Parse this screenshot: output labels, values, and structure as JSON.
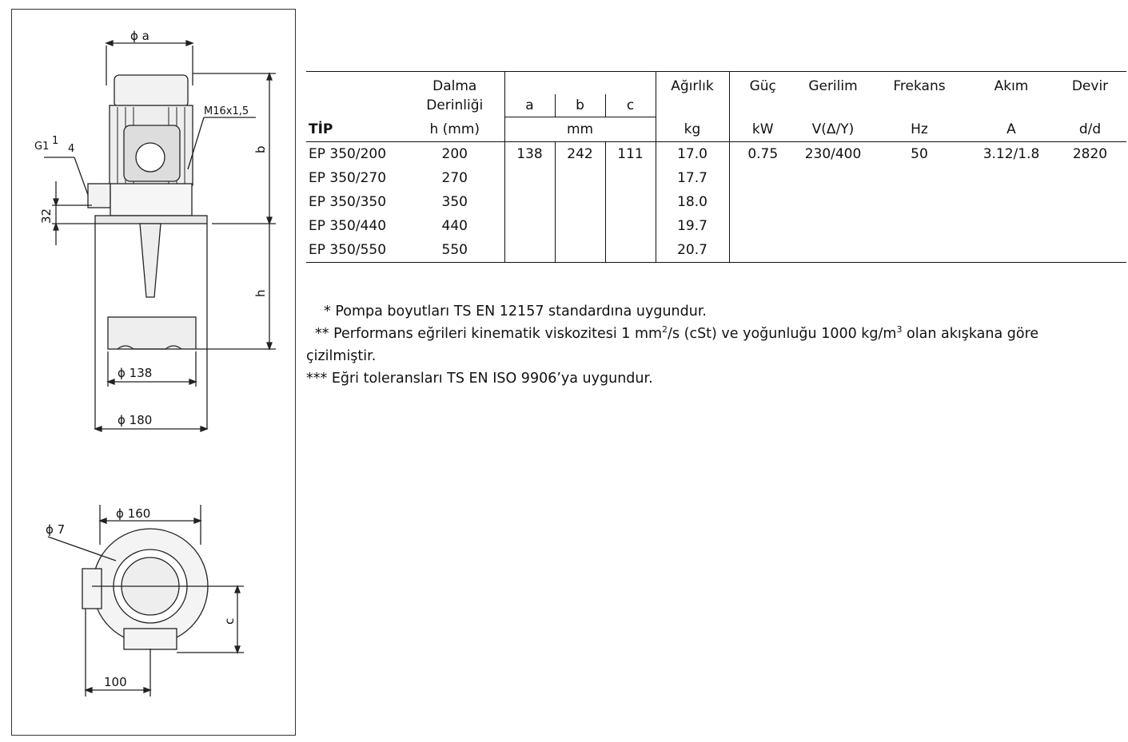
{
  "drawing": {
    "dim_a": "ϕ a",
    "thread_label": "M16x1,5",
    "g_label": "G1",
    "g_frac_num": "1",
    "g_frac_den": "4",
    "dim_b": "b",
    "dim_32": "32",
    "dim_h": "h",
    "dim_138": "ϕ 138",
    "dim_180": "ϕ 180",
    "dim_160": "ϕ 160",
    "dim_7": "ϕ 7",
    "dim_c": "c",
    "dim_100": "100"
  },
  "table": {
    "headers": {
      "tip": "TİP",
      "dalma": "Dalma",
      "derinligi": "Derinliği",
      "h_mm": "h (mm)",
      "a": "a",
      "b": "b",
      "c": "c",
      "mm": "mm",
      "agirlik": "Ağırlık",
      "kg": "kg",
      "guc": "Güç",
      "kw": "kW",
      "gerilim": "Gerilim",
      "v": "V(Δ/Y)",
      "frekans": "Frekans",
      "hz": "Hz",
      "akim": "Akım",
      "amp": "A",
      "devir": "Devir",
      "dd": "d/d"
    },
    "rows": [
      {
        "tip": "EP 350/200",
        "h": "200",
        "a": "138",
        "b": "242",
        "c": "111",
        "kg": "17.0",
        "kw": "0.75",
        "v": "230/400",
        "hz": "50",
        "amp": "3.12/1.8",
        "rpm": "2820"
      },
      {
        "tip": "EP 350/270",
        "h": "270",
        "a": "",
        "b": "",
        "c": "",
        "kg": "17.7",
        "kw": "",
        "v": "",
        "hz": "",
        "amp": "",
        "rpm": ""
      },
      {
        "tip": "EP 350/350",
        "h": "350",
        "a": "",
        "b": "",
        "c": "",
        "kg": "18.0",
        "kw": "",
        "v": "",
        "hz": "",
        "amp": "",
        "rpm": ""
      },
      {
        "tip": "EP 350/440",
        "h": "440",
        "a": "",
        "b": "",
        "c": "",
        "kg": "19.7",
        "kw": "",
        "v": "",
        "hz": "",
        "amp": "",
        "rpm": ""
      },
      {
        "tip": "EP 350/550",
        "h": "550",
        "a": "",
        "b": "",
        "c": "",
        "kg": "20.7",
        "kw": "",
        "v": "",
        "hz": "",
        "amp": "",
        "rpm": ""
      }
    ]
  },
  "notes": {
    "n1": "* Pompa boyutları TS EN 12157 standardına uygundur.",
    "n2_a": "** Performans eğrileri kinematik viskozitesi 1 mm",
    "n2_sup1": "2",
    "n2_b": "/s (cSt) ve yoğunluğu 1000 kg/m",
    "n2_sup2": "3",
    "n2_c": " olan akışkana göre",
    "n2_d": "çizilmiştir.",
    "n3": "*** Eğri toleransları TS EN ISO 9906’ya uygundur."
  }
}
